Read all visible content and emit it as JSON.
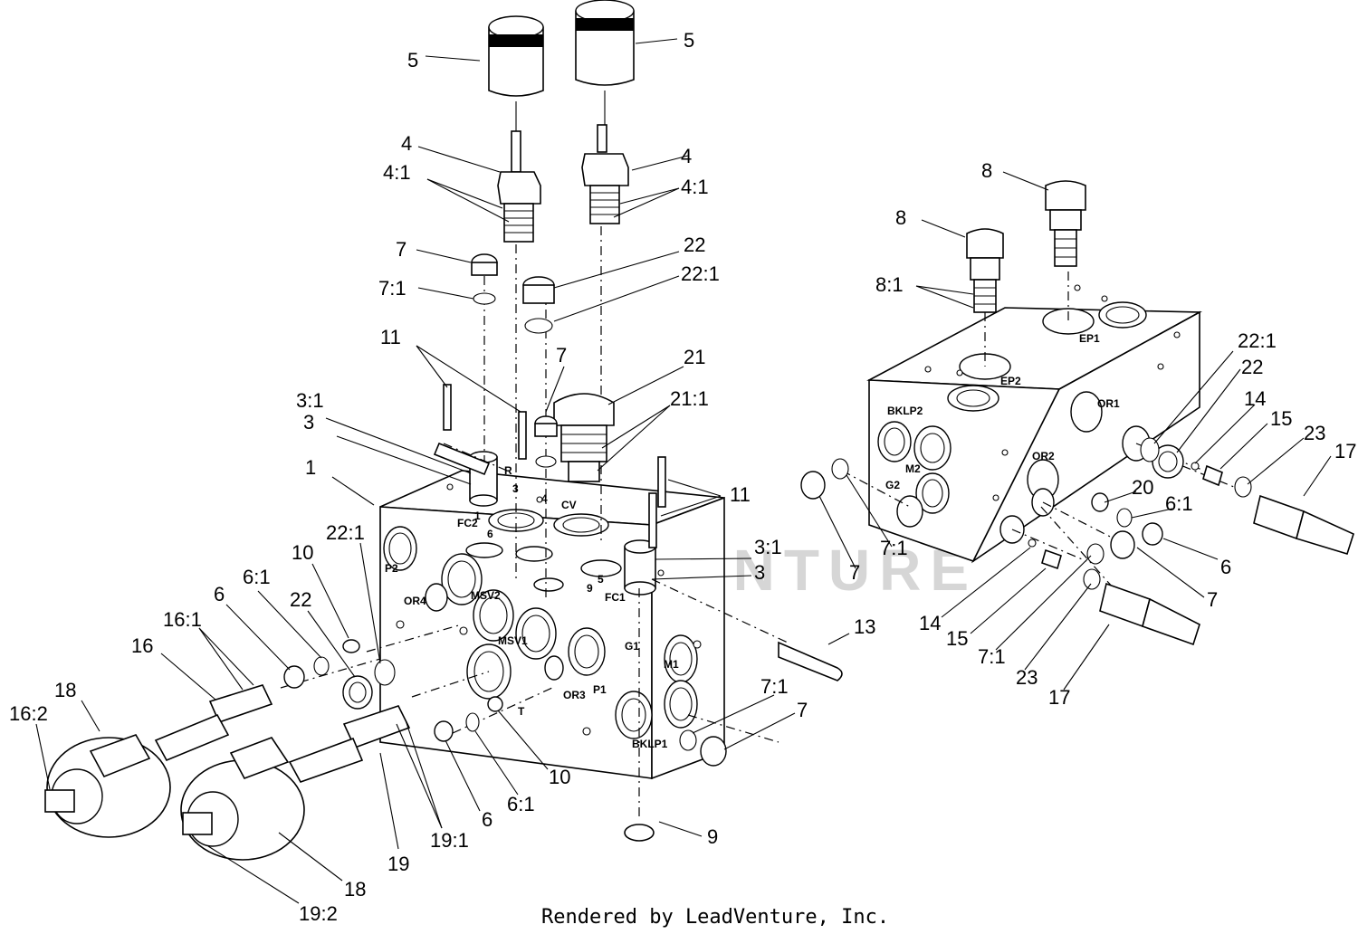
{
  "footer": "Rendered by LeadVenture, Inc.",
  "watermark": "LEADVENTURE",
  "callouts": [
    "5",
    "5",
    "4",
    "4:1",
    "4",
    "4:1",
    "7",
    "7:1",
    "22",
    "22:1",
    "11",
    "7",
    "21",
    "21:1",
    "3:1",
    "3",
    "1",
    "11",
    "3:1",
    "3",
    "22:1",
    "10",
    "6:1",
    "6",
    "22",
    "16:1",
    "16",
    "18",
    "16:2",
    "13",
    "7:1",
    "7",
    "9",
    "10",
    "6:1",
    "6",
    "19:1",
    "19",
    "18",
    "19:2",
    "8",
    "8",
    "8:1",
    "22:1",
    "22",
    "14",
    "15",
    "23",
    "17",
    "20",
    "6:1",
    "6",
    "7",
    "7:1",
    "7",
    "14",
    "15",
    "7:1",
    "23",
    "17"
  ],
  "manifold_markings": {
    "left": [
      "P2",
      "MSV2",
      "OR4",
      "MSV1",
      "OR3",
      "P1",
      "G1",
      "M1",
      "T",
      "BKLP1",
      "FC2",
      "FC1",
      "CV",
      "R",
      "1",
      "6",
      "5",
      "9",
      "3",
      "4"
    ],
    "right": [
      "EP1",
      "EP2",
      "BKLP2",
      "OR1",
      "OR2",
      "G2",
      "M2"
    ]
  },
  "colors": {
    "line": "#000000",
    "background": "#ffffff",
    "watermark": "#d6d6d6"
  }
}
